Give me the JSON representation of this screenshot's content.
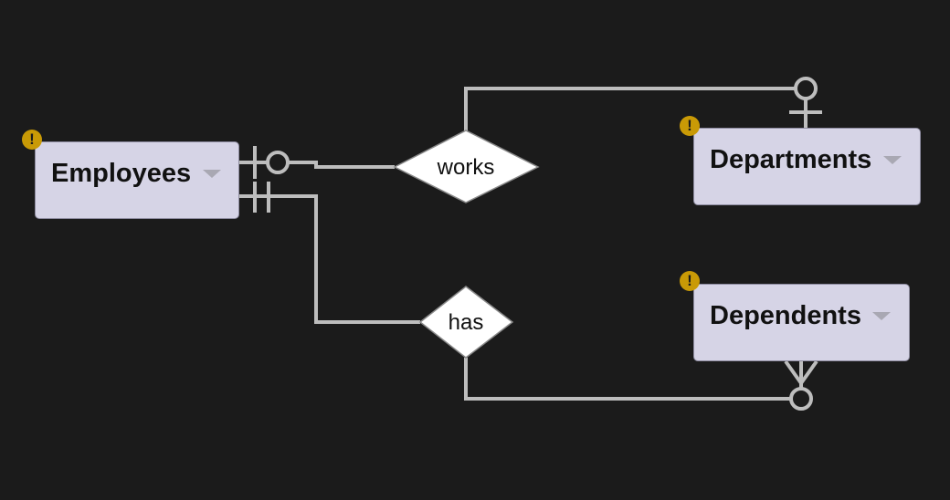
{
  "entities": {
    "employees": {
      "label": "Employees"
    },
    "departments": {
      "label": "Departments"
    },
    "dependents": {
      "label": "Dependents"
    }
  },
  "relationships": {
    "works": {
      "label": "works"
    },
    "has": {
      "label": "has"
    }
  },
  "icons": {
    "warning": "warning-icon",
    "warning_glyph": "!",
    "dropdown": "caret-down-icon"
  },
  "colors": {
    "background": "#1b1b1b",
    "entity_fill": "#d6d4e6",
    "connector": "#bdbdbd",
    "warning": "#c99a06",
    "relationship_fill": "#ffffff"
  },
  "cardinality": {
    "employees_works": "zero-or-one",
    "works_departments": "zero-or-one",
    "employees_has": "exactly-one",
    "has_dependents": "zero-or-many"
  }
}
